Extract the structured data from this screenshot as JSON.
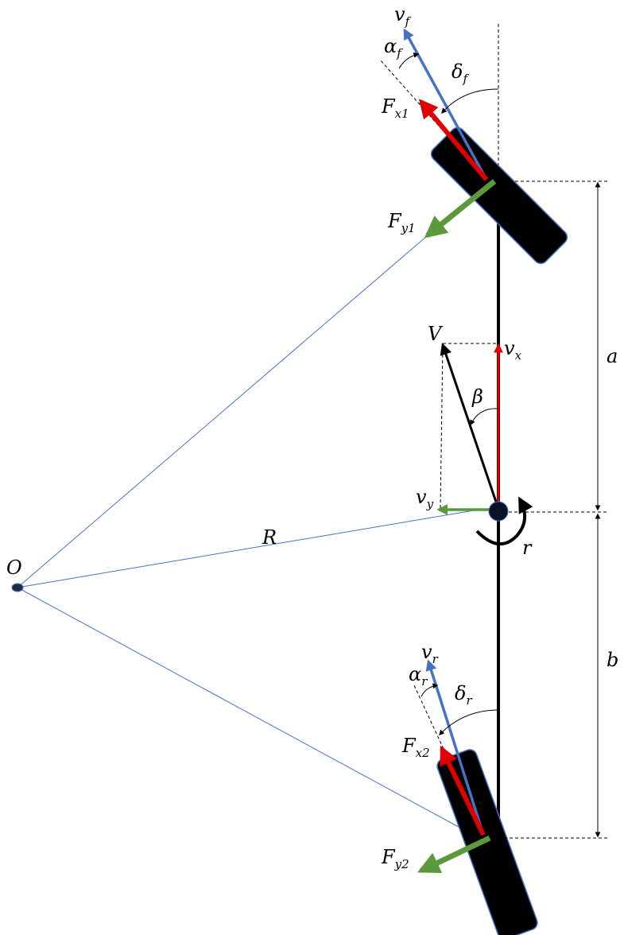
{
  "colors": {
    "velocity_blue": "#4472C4",
    "force_red": "#E00000",
    "force_green": "#5B9A3C",
    "line_blue": "#4472C4",
    "body_black": "#000000"
  },
  "labels": {
    "front_velocity": {
      "main": "v",
      "sub": "f"
    },
    "front_slip": {
      "main": "α",
      "sub": "f"
    },
    "front_steer": {
      "main": "δ",
      "sub": "f"
    },
    "front_long_force": {
      "main": "F",
      "sub": "x1"
    },
    "front_lat_force": {
      "main": "F",
      "sub": "y1"
    },
    "vehicle_velocity": "V",
    "long_velocity": {
      "main": "v",
      "sub": "x"
    },
    "sideslip": "β",
    "lat_velocity": {
      "main": "v",
      "sub": "y"
    },
    "yaw_rate": "r",
    "turn_radius": "R",
    "turn_center": "O",
    "front_distance": "a",
    "rear_distance": "b",
    "rear_velocity": {
      "main": "v",
      "sub": "r"
    },
    "rear_slip": {
      "main": "α",
      "sub": "r"
    },
    "rear_steer": {
      "main": "δ",
      "sub": "r"
    },
    "rear_long_force": {
      "main": "F",
      "sub": "x2"
    },
    "rear_lat_force": {
      "main": "F",
      "sub": "y2"
    }
  }
}
